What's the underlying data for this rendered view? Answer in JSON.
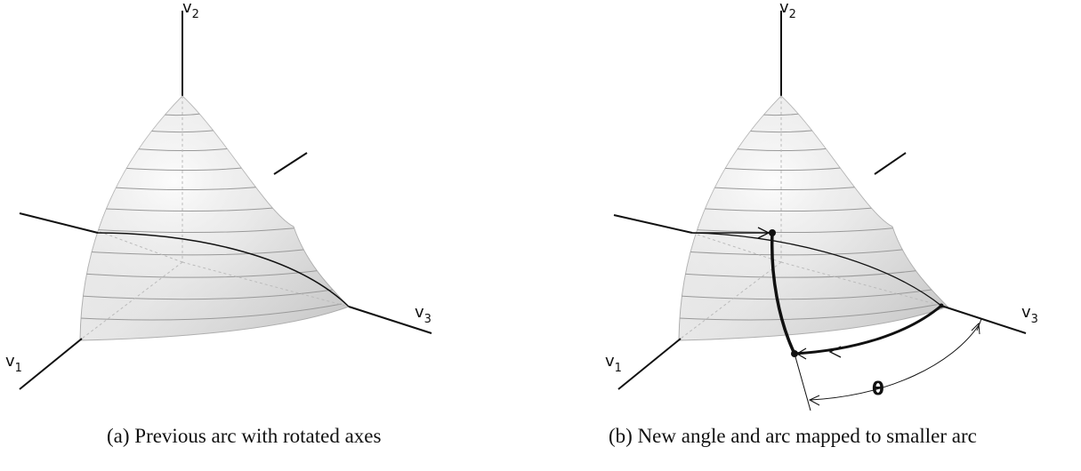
{
  "panel_a": {
    "axis_labels": {
      "v1": "v",
      "v1_sub": "1",
      "v2": "v",
      "v2_sub": "2",
      "v3": "v",
      "v3_sub": "3"
    },
    "caption": "(a) Previous arc with rotated axes"
  },
  "panel_b": {
    "axis_labels": {
      "v1": "v",
      "v1_sub": "1",
      "v2": "v",
      "v2_sub": "2",
      "v3": "v",
      "v3_sub": "3"
    },
    "angle_label": "θ",
    "caption": "(b) New angle and arc mapped to smaller arc"
  },
  "colors": {
    "line": "#111111",
    "shell_light": "#f4f4f4",
    "shell_dark": "#c8c8c8",
    "latitude": "#9a9a9a"
  }
}
